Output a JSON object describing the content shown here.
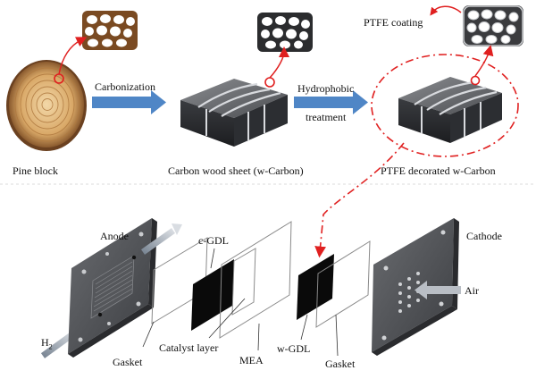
{
  "top_process": {
    "pine_block_label": "Pine block",
    "step1_label": "Carbonization",
    "carbon_sheet_label": "Carbon wood sheet (w-Carbon)",
    "step2_label_line1": "Hydrophobic",
    "step2_label_line2": "treatment",
    "ptfe_coating_label": "PTFE coating",
    "ptfe_decorated_label": "PTFE decorated w-Carbon"
  },
  "fuel_cell": {
    "anode_label": "Anode",
    "cathode_label": "Cathode",
    "cgdl_label": "c-GDL",
    "wgdl_label": "w-GDL",
    "catalyst_layer_label": "Catalyst layer",
    "mea_label": "MEA",
    "gasket_left_label": "Gasket",
    "gasket_right_label": "Gasket",
    "h2_label": "H",
    "h2_sub": "2",
    "air_label": "Air"
  },
  "colors": {
    "process_arrow": "#4f86c6",
    "highlight": "#e02020",
    "plate": "#4a4c50",
    "gdl": "#0a0a0a"
  }
}
